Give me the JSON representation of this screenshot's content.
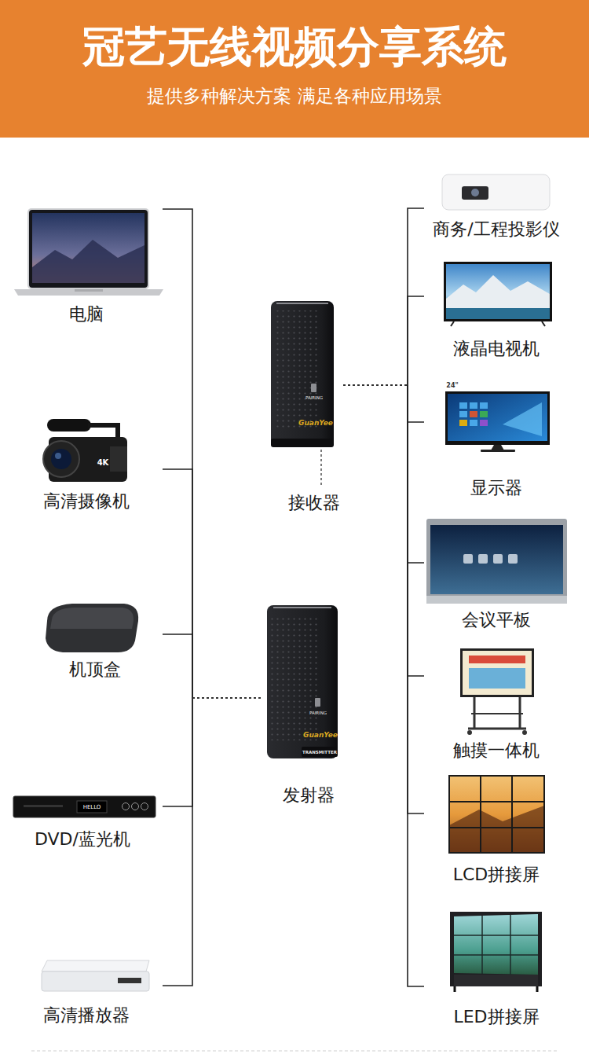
{
  "diagram": {
    "title": "冠艺无线视频分享系统",
    "nodes": [
      {
        "text": [
          "电脑"
        ]
      },
      {
        "text": [
          "高清摄像机"
        ]
      },
      {
        "text": [
          "机顶盒"
        ]
      },
      {
        "text": [
          "DVD/蓝光机"
        ]
      },
      {
        "text": [
          "高清播放器"
        ]
      },
      {
        "text": [
          "接收器"
        ]
      },
      {
        "text": [
          "发射器"
        ]
      },
      {
        "text": [
          "商务/工程投影仪"
        ]
      },
      {
        "text": [
          "液晶电视机"
        ]
      },
      {
        "text": [
          "显示器"
        ]
      },
      {
        "text": [
          "会议平板"
        ]
      },
      {
        "text": [
          "触摸一体机"
        ]
      },
      {
        "text": [
          "LCD拼接屏"
        ]
      },
      {
        "text": [
          "LED拼接屏"
        ]
      }
    ],
    "edges": [
      {
        "from": 0,
        "to": 6,
        "arrow": "none"
      },
      {
        "from": 1,
        "to": 6,
        "arrow": "none"
      },
      {
        "from": 2,
        "to": 6,
        "arrow": "none"
      },
      {
        "from": 3,
        "to": 6,
        "arrow": "none"
      },
      {
        "from": 4,
        "to": 6,
        "arrow": "none"
      },
      {
        "from": 5,
        "to": 7,
        "arrow": "none"
      },
      {
        "from": 5,
        "to": 8,
        "arrow": "none"
      },
      {
        "from": 5,
        "to": 9,
        "arrow": "none"
      },
      {
        "from": 5,
        "to": 10,
        "arrow": "none"
      },
      {
        "from": 5,
        "to": 11,
        "arrow": "none"
      },
      {
        "from": 5,
        "to": 12,
        "arrow": "none"
      },
      {
        "from": 5,
        "to": 13,
        "arrow": "none"
      }
    ],
    "labels": [
      "提供多种解决方案 满足各种应用场景",
      "PAIRING",
      "GuanYee",
      "PAIRING",
      "GuanYee",
      "TRANSMITTER",
      "4K",
      "HELLO",
      "24\""
    ]
  }
}
